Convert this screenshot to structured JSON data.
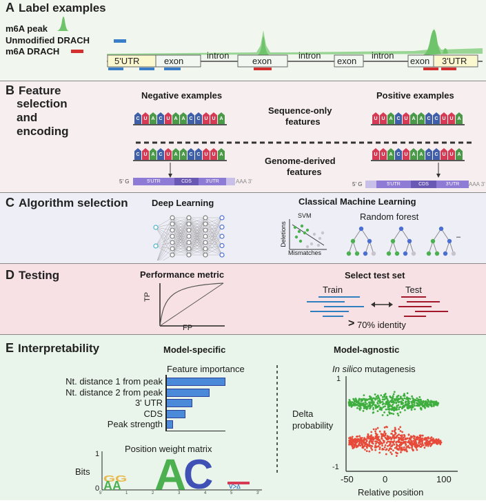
{
  "panelA": {
    "letter": "A",
    "title": "Label examples",
    "legend": {
      "peak": "m6A peak",
      "unmod": "Unmodified DRACH",
      "mod": "m6A DRACH"
    },
    "segments": {
      "utr5": "5'UTR",
      "exon": "exon",
      "intron": "intron",
      "utr3": "3'UTR"
    }
  },
  "panelB": {
    "letter": "B",
    "title": [
      "Feature",
      "selection",
      "and",
      "encoding"
    ],
    "negative": "Negative examples",
    "positive": "Positive examples",
    "seq_only": [
      "Sequence-only",
      "features"
    ],
    "genome": [
      "Genome-derived",
      "features"
    ],
    "neg_seq": [
      "C",
      "U",
      "A",
      "C",
      "U",
      "A",
      "A",
      "C",
      "C",
      "U",
      "U",
      "A"
    ],
    "pos_seq": [
      "U",
      "U",
      "A",
      "C",
      "U",
      "A",
      "A",
      "C",
      "C",
      "U",
      "U",
      "A"
    ],
    "gene": {
      "five": "5' G",
      "utr5": "5'UTR",
      "cds": "CDS",
      "utr3": "3'UTR",
      "aaa": "AAA 3'"
    }
  },
  "panelC": {
    "letter": "C",
    "title": "Algorithm selection",
    "deep": "Deep Learning",
    "classical": "Classical Machine Learning",
    "svm": "SVM",
    "deletions": "Deletions",
    "mismatches": "Mismatches",
    "rf": "Random forest",
    "dash": "–"
  },
  "panelD": {
    "letter": "D",
    "title": "Testing",
    "perf": "Performance metric",
    "tp": "TP",
    "fp": "FP",
    "select": "Select test set",
    "train": "Train",
    "test": "Test",
    "identity_sym": ">",
    "identity": "70% identity"
  },
  "panelE": {
    "letter": "E",
    "title": "Interpretability",
    "specific": "Model-specific",
    "agnostic": "Model-agnostic",
    "fi_title": "Feature importance",
    "features": [
      {
        "label": "Nt. distance 1 from peak",
        "value": 1.0
      },
      {
        "label": "Nt. distance 2 from peak",
        "value": 0.73
      },
      {
        "label": "3' UTR",
        "value": 0.45
      },
      {
        "label": "CDS",
        "value": 0.33
      },
      {
        "label": "Peak strength",
        "value": 0.13
      }
    ],
    "pwm_title": "Position weight matrix",
    "bits": "Bits",
    "y1": "1",
    "y0": "0",
    "pwm_pos": [
      "5'",
      "1",
      "2",
      "3",
      "4",
      "5",
      "3'"
    ],
    "mut_title_it": "In silico",
    "mut_title": " mutagenesis",
    "delta": [
      "Delta",
      "probability"
    ],
    "xlabel": "Relative position",
    "yticks": [
      "1",
      "-1"
    ],
    "xticks": [
      "-50",
      "0",
      "100"
    ]
  },
  "colors": {
    "panelA": "#f1f7ee",
    "panelB": "#f7eef0",
    "panelC": "#eeeef7",
    "panelD": "#f7e1e4",
    "panelE": "#e9f5ea",
    "peak": "#6fc36a",
    "unmod": "#3a7ec9",
    "mod": "#d32f2f",
    "utr": "#fbf8cf",
    "exon": "#f2f7f2",
    "train": "#2f7fbf",
    "test": "#a3172b"
  }
}
